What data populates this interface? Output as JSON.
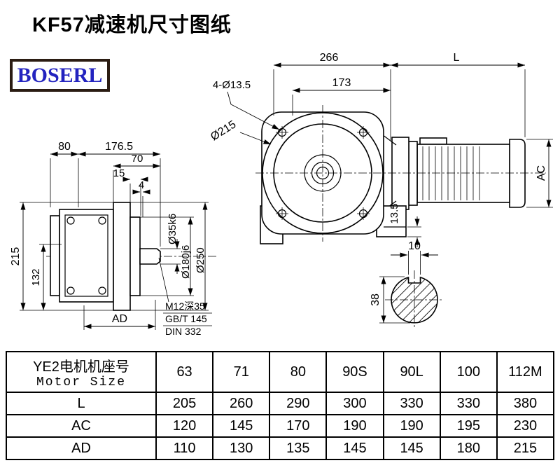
{
  "page": {
    "title": "KF57减速机尺寸图纸",
    "brand": "BOSERL"
  },
  "front_view": {
    "dim_266": "266",
    "dim_L": "L",
    "dim_173": "173",
    "dim_holes": "4-Ø13.5",
    "dim_flange": "Ø215",
    "dim_AC": "AC",
    "dim_13_5": "13.5"
  },
  "side_view": {
    "dim_80": "80",
    "dim_176_5": "176.5",
    "dim_70": "70",
    "dim_15": "15",
    "dim_4": "4",
    "dim_215": "215",
    "dim_132": "132",
    "dim_AD": "AD",
    "dim_shaft": "Ø35k6",
    "dim_spigot": "Ø180j6",
    "dim_flange_od": "Ø250",
    "note_1": "M12深35",
    "note_2": "GB/T 145",
    "note_3": "DIN 332"
  },
  "shaft_view": {
    "dim_10": "10",
    "dim_38": "38"
  },
  "table": {
    "header_line1": "YE2电机机座号",
    "header_line2": "Motor Size",
    "sizes": [
      "63",
      "71",
      "80",
      "90S",
      "90L",
      "100",
      "112M"
    ],
    "rows": [
      {
        "label": "L",
        "values": [
          "205",
          "260",
          "290",
          "300",
          "330",
          "330",
          "380"
        ]
      },
      {
        "label": "AC",
        "values": [
          "120",
          "145",
          "170",
          "190",
          "190",
          "195",
          "230"
        ]
      },
      {
        "label": "AD",
        "values": [
          "110",
          "130",
          "135",
          "145",
          "145",
          "180",
          "215"
        ]
      }
    ]
  }
}
